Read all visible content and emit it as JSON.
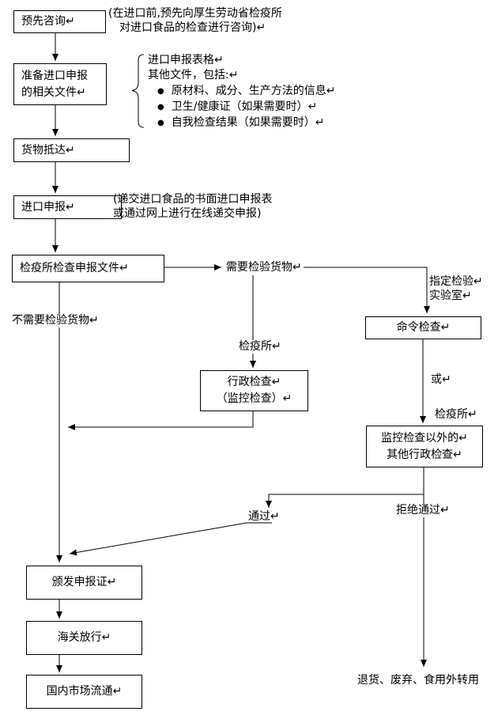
{
  "colors": {
    "background": "#ffffff",
    "line": "#000000",
    "box_border": "#000000"
  },
  "flow": {
    "consult": "预先咨询↵",
    "consult_note": [
      "(在进口前,预先向厚生劳动省检疫所",
      "对进口食品的检查进行咨询)↵"
    ],
    "prepare": [
      "准备进口申报",
      "的相关文件↵"
    ],
    "docs_note": {
      "line1": "进口申报表格↵",
      "line2": "其他文件，包括:↵",
      "bullet": "●",
      "items": [
        "原材料、成分、生产方法的信息↵",
        "卫生/健康证（如果需要时）↵",
        "自我检查结果（如果需要时）↵"
      ]
    },
    "arrival": "货物抵达↵",
    "declare": "进口申报↵",
    "declare_note": [
      "(递交进口食品的书面进口申报表",
      "或通过网上进行在线递交申报)"
    ],
    "review": "检疫所检查申报文件↵",
    "need_inspection": "需要检验货物↵",
    "no_inspection": "不需要检验货物↵",
    "designated_lab": [
      "指定检验↵",
      "实验室↵"
    ],
    "order_inspection": "命令检查↵",
    "quarantine_a": "检疫所↵",
    "admin_inspection": [
      "行政检查↵",
      "（监控检查）↵"
    ],
    "or": "或↵",
    "quarantine_b": "检疫所↵",
    "other_admin": [
      "监控检查以外的↵",
      "其他行政检查↵"
    ],
    "pass": "通过↵",
    "reject": "拒绝通过↵",
    "certificate": "颁发申报证↵",
    "customs": "海关放行↵",
    "market": "国内市场流通↵",
    "disposal": "退货、废弃、食用外转用"
  }
}
